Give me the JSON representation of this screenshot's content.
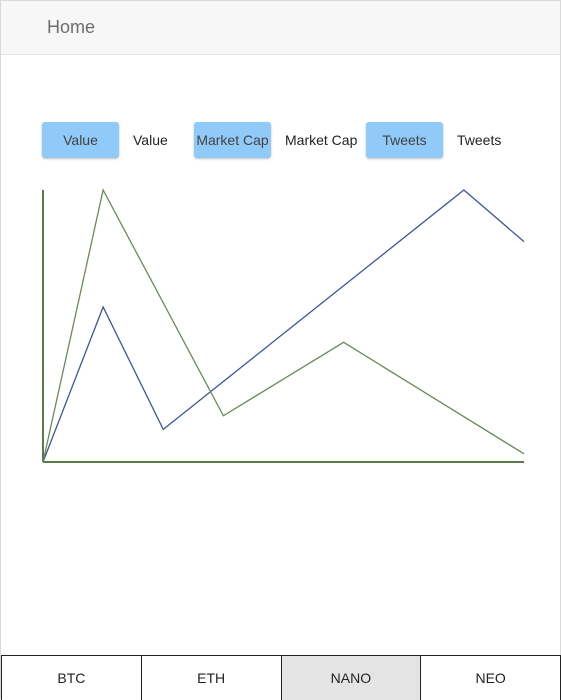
{
  "header": {
    "title": "Home"
  },
  "controls": [
    {
      "button_label": "Value",
      "series_label": "Value"
    },
    {
      "button_label": "Market Cap",
      "series_label": "Market Cap"
    },
    {
      "button_label": "Tweets",
      "series_label": "Tweets"
    }
  ],
  "colors": {
    "button_bg": "#90caf9",
    "line_blue": "#3b55a0",
    "line_green": "#6a8a5a",
    "axis": "#5b7a4a",
    "active_tab": "#e4e4e4"
  },
  "chart_data": {
    "type": "line",
    "x": [
      0,
      1,
      2,
      3,
      4,
      5,
      6,
      7,
      8
    ],
    "series": [
      {
        "color": "#3b55a0",
        "values": [
          0,
          57,
          12,
          null,
          null,
          null,
          null,
          100,
          81
        ]
      },
      {
        "color": "#6a8a5a",
        "values": [
          0,
          100,
          null,
          17,
          null,
          44,
          null,
          null,
          3
        ]
      }
    ],
    "ylim": [
      0,
      100
    ],
    "grid": false,
    "xlabel": "",
    "ylabel": ""
  },
  "tabs": [
    {
      "label": "BTC",
      "active": false
    },
    {
      "label": "ETH",
      "active": false
    },
    {
      "label": "NANO",
      "active": true
    },
    {
      "label": "NEO",
      "active": false
    }
  ]
}
